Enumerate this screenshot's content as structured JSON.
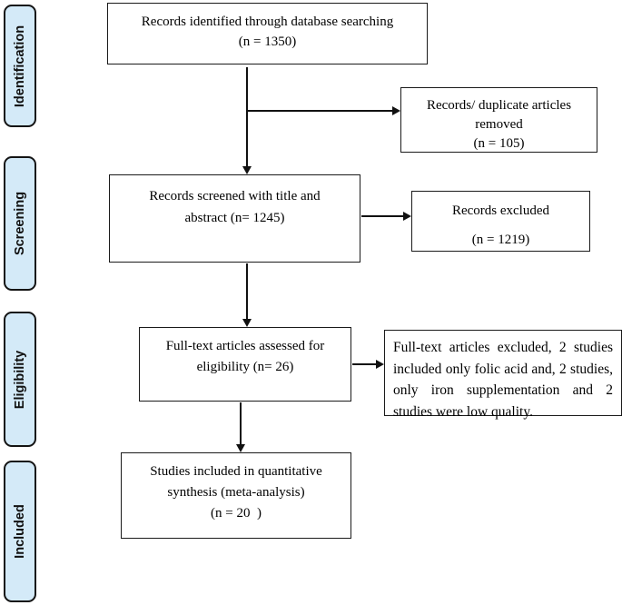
{
  "colors": {
    "stage_fill": "#d4eaf8",
    "stage_border": "#141414",
    "box_border": "#1a1a1a",
    "connector": "#111111",
    "text": "#000000"
  },
  "stages": [
    {
      "label": "Identification"
    },
    {
      "label": "Screening"
    },
    {
      "label": "Eligibility"
    },
    {
      "label": "Included"
    }
  ],
  "boxes": {
    "identified": {
      "lines": [
        "Records identified through database searching",
        "(n = 1350)"
      ]
    },
    "duplicates_removed": {
      "lines": [
        "Records/ duplicate articles",
        "removed",
        "(n = 105)"
      ]
    },
    "screened": {
      "lines": [
        "Records screened with title and",
        "abstract (n= 1245)"
      ]
    },
    "records_excluded": {
      "lines": [
        "Records excluded",
        "(n = 1219)"
      ]
    },
    "fulltext_assessed": {
      "lines": [
        "Full-text articles assessed for",
        "eligibility (n= 26)"
      ]
    },
    "fulltext_excluded": {
      "text": "Full-text articles excluded, 2 studies included only folic acid and, 2 studies, only iron supplementation and 2 studies were low quality."
    },
    "included_synthesis": {
      "lines": [
        "Studies included in quantitative",
        "synthesis (meta-analysis)",
        "(n = 20  )"
      ]
    }
  }
}
